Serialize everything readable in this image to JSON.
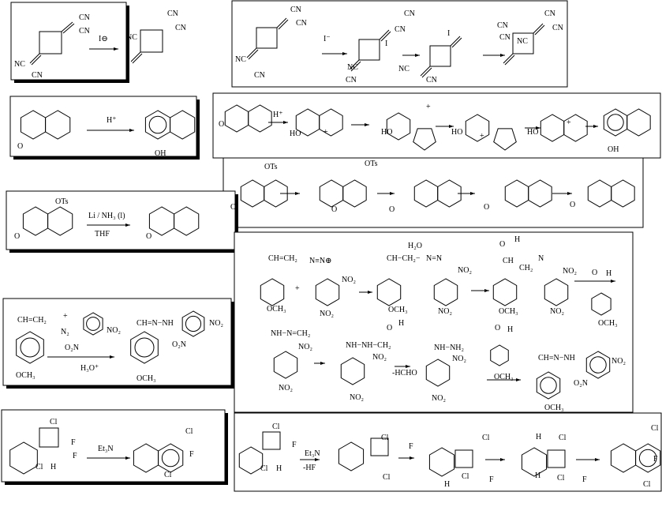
{
  "title": "Reaction mechanism schemes",
  "panels": [
    {
      "id": "cyclobutane-isomerization-summary",
      "labels": [
        "CN",
        "CN",
        "NC",
        "CN",
        "I⊖",
        "NC",
        "CN",
        "CN"
      ]
    },
    {
      "id": "cyclobutane-isomerization-mechanism",
      "labels": [
        "CN",
        "CN",
        "NC",
        "CN",
        "I⁻",
        "CN",
        "CN",
        "I",
        "NC",
        "CN",
        "CN",
        "CN",
        "I",
        "NC",
        "CN",
        "NC",
        "CN",
        "CN"
      ]
    },
    {
      "id": "dienone-phenol-summary",
      "labels": [
        "O",
        "H⁺",
        "OH"
      ]
    },
    {
      "id": "dienone-phenol-mechanism",
      "labels": [
        "O",
        "H⁺",
        "HO",
        "+",
        "HO",
        "+",
        "HO",
        "+",
        "HO",
        "+",
        "OH"
      ]
    },
    {
      "id": "tosylate-cyclization-mechanism",
      "labels": [
        "OTs",
        "O",
        "OTs",
        "O",
        "O",
        "O",
        "O"
      ]
    },
    {
      "id": "tosylate-cyclization-summary",
      "labels": [
        "OTs",
        "O",
        "Li / NH₃ (l)",
        "THF",
        "O"
      ]
    },
    {
      "id": "hydrazone-formation-mechanism",
      "labels": [
        "CH=CH₂",
        "OCH₃",
        "+",
        "N≡N⊕",
        "NO₂",
        "NO₂",
        "CH−CH₂−",
        "H₂O",
        "OCH₃",
        "N=N",
        "NO₂",
        "NO₂",
        "O",
        "H",
        "CH",
        "CH₂",
        "N",
        "NO₂",
        "OCH₃",
        "NO₂",
        "O",
        "H",
        "OCH₃",
        "NH−N=CH₂",
        "NO₂",
        "NO₂",
        "NH−NH−CH₂",
        "O",
        "H",
        "NO₂",
        "NO₂",
        "-HCHO",
        "NH−NH₂",
        "NO₂",
        "NO₂",
        "O",
        "H",
        "OCH₃",
        "CH=N−NH",
        "NO₂",
        "O₂N",
        "OCH₃"
      ]
    },
    {
      "id": "hydrazone-formation-summary",
      "labels": [
        "CH=CH₂",
        "OCH₃",
        "+",
        "N₂",
        "NO₂",
        "O₂N",
        "H₃O⁺",
        "CH=N−NH",
        "NO₂",
        "O₂N",
        "OCH₃"
      ]
    },
    {
      "id": "benzocyclobutene-summary",
      "labels": [
        "Cl",
        "F",
        "F",
        "Cl",
        "H",
        "Et₃N",
        "Cl",
        "F",
        "Cl"
      ]
    },
    {
      "id": "benzocyclobutene-mechanism",
      "labels": [
        "Cl",
        "F",
        "Cl",
        "H",
        "Et₃N",
        "-HF",
        "Cl",
        "F",
        "Cl",
        "Cl",
        "H",
        "Cl",
        "F",
        "H",
        "Cl",
        "H",
        "Cl",
        "F",
        "Cl",
        "F",
        "Cl"
      ]
    }
  ]
}
